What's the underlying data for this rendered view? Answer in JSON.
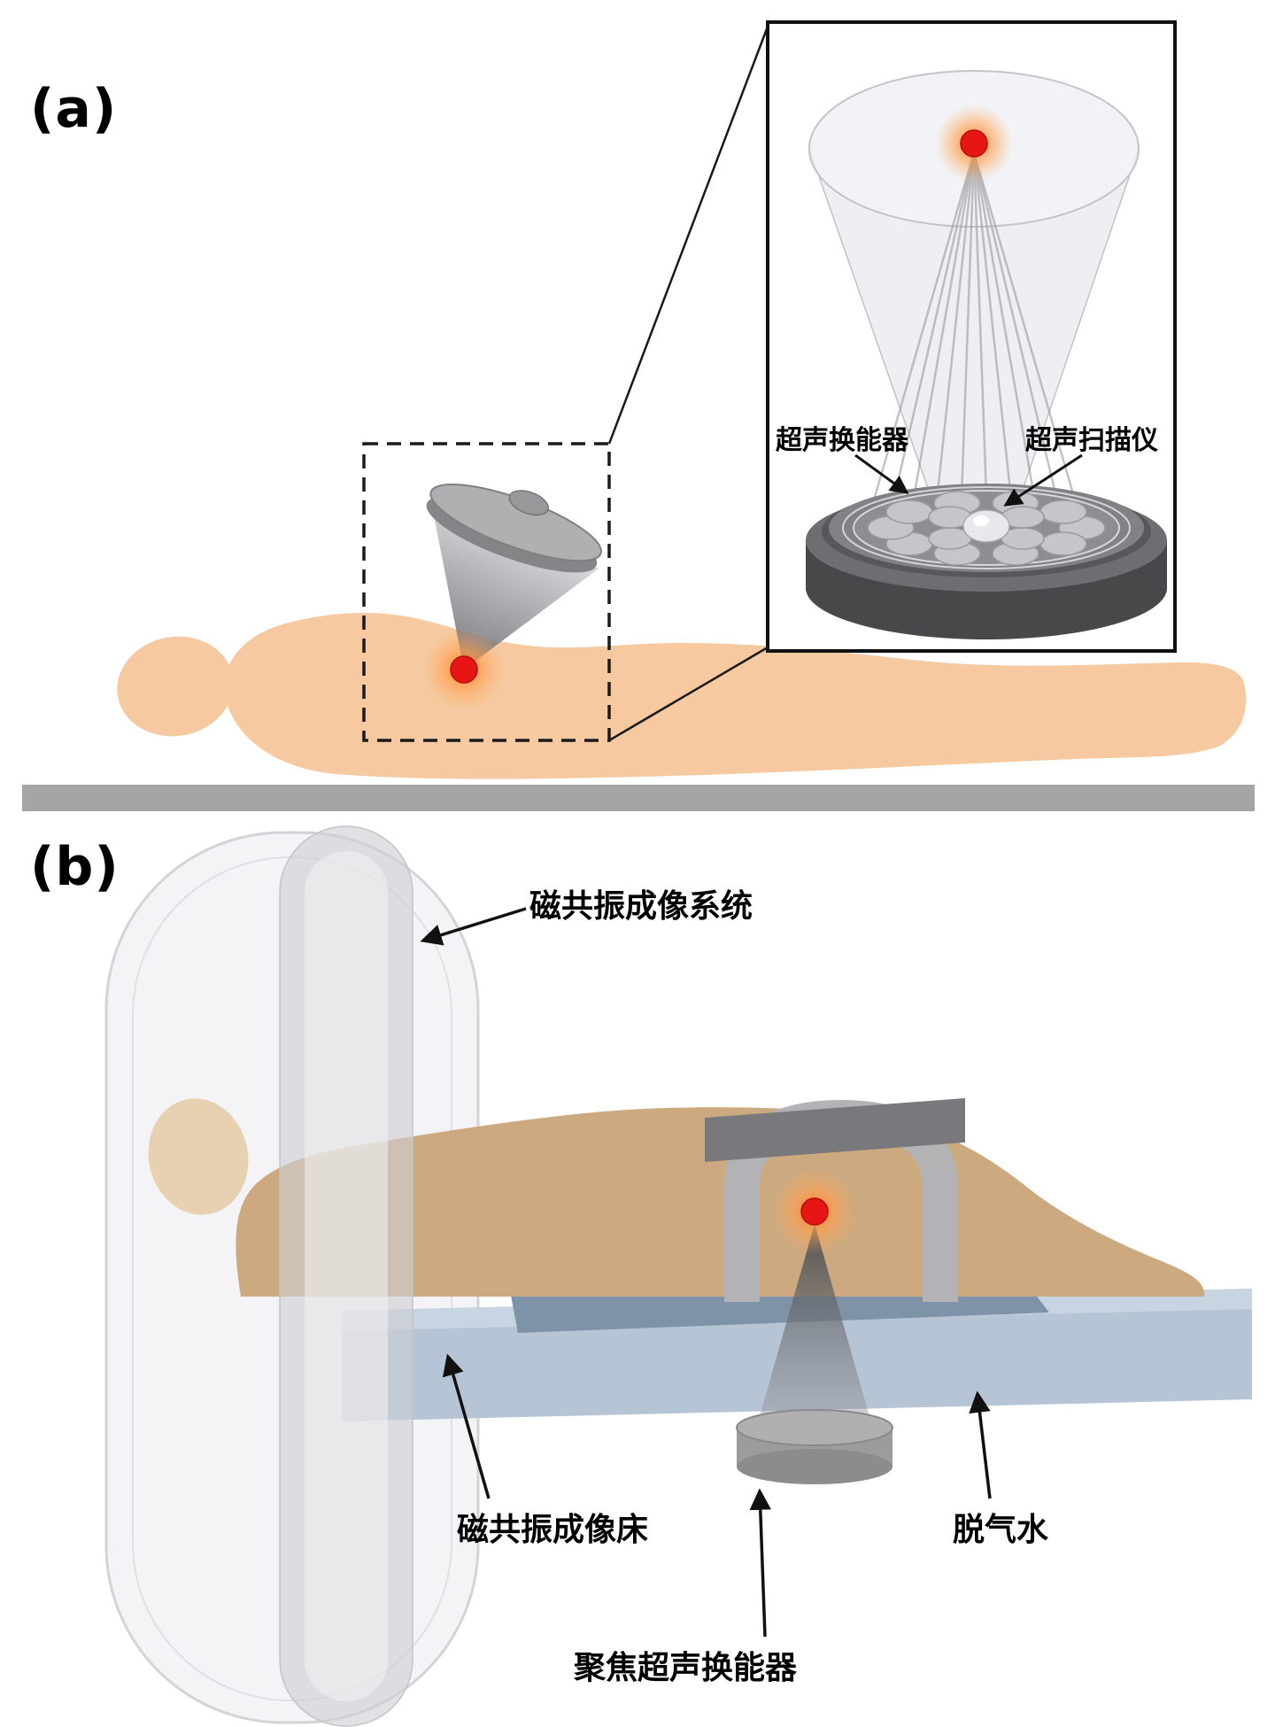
{
  "figure": {
    "panel_a": {
      "label": "(a)",
      "inset": {
        "transducer_label": "超声换能器",
        "scanner_label": "超声扫描仪"
      }
    },
    "panel_b": {
      "label": "(b)",
      "mri_system_label": "磁共振成像系统",
      "mri_bed_label": "磁共振成像床",
      "degassed_water_label": "脱气水",
      "focused_transducer_label": "聚焦超声换能器"
    },
    "colors": {
      "focus_red": "#e81515",
      "glow_orange": "#ff8c3c",
      "skin_light": "#f6c9a0",
      "skin_tan": "#cda97f",
      "table_gray": "#a5a5a5",
      "bed_blue": "#b6c5d5",
      "pad_blue": "#7e93a8",
      "metal_gray": "#9e9e9f",
      "ring_gray": "#d2d2d7"
    }
  }
}
